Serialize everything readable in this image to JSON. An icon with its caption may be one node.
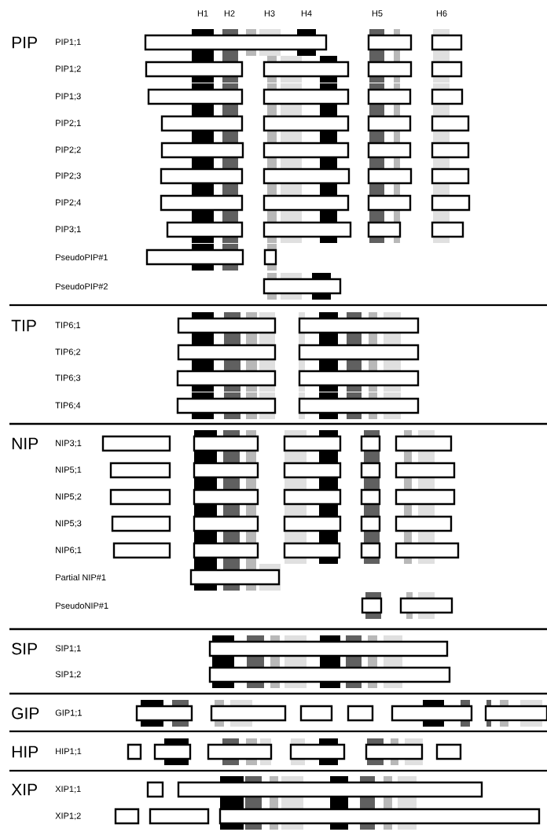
{
  "diagram": {
    "labels": [
      "H1",
      "H2",
      "H3",
      "H4",
      "H5",
      "H6",
      "PIP",
      "PIP1;1",
      "PIP1;2",
      "PIP1;3",
      "PIP2;1",
      "PIP2;2",
      "PIP2;3",
      "PIP2;4",
      "PIP3;1",
      "PseudoPIP#1",
      "PseudoPIP#2",
      "TIP",
      "TIP6;1",
      "TIP6;2",
      "TIP6;3",
      "TIP6;4",
      "NIP",
      "NIP3;1",
      "NIP5;1",
      "NIP5;2",
      "NIP5;3",
      "NIP6;1",
      "Partial NIP#1",
      "PseudoNIP#1",
      "SIP",
      "SIP1;1",
      "SIP1;2",
      "GIP",
      "GIP1;1",
      "HIP",
      "HIP1;1",
      "XIP",
      "XIP1;1",
      "XIP1;2"
    ]
  }
}
